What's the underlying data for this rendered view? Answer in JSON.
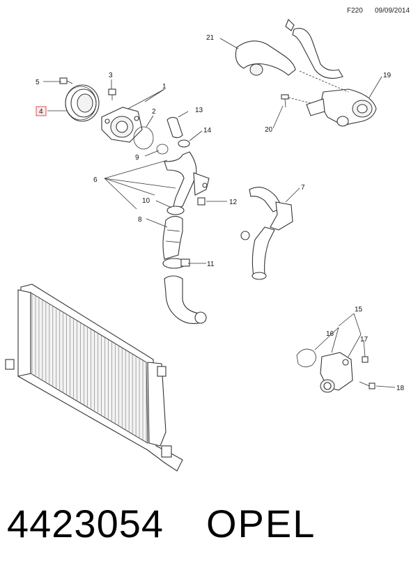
{
  "header": {
    "code": "F220",
    "date": "09/09/2014"
  },
  "callouts": {
    "c1": "1",
    "c2": "2",
    "c3": "3",
    "c4": "4",
    "c5": "5",
    "c6": "6",
    "c7": "7",
    "c8": "8",
    "c9": "9",
    "c10": "10",
    "c11": "11",
    "c12": "12",
    "c13": "13",
    "c14": "14",
    "c15": "15",
    "c16": "16",
    "c17": "17",
    "c18": "18",
    "c19": "19",
    "c20": "20",
    "c21": "21"
  },
  "footer": {
    "part_number": "4423054",
    "brand": "OPEL"
  },
  "highlight_color": "#d9534f"
}
